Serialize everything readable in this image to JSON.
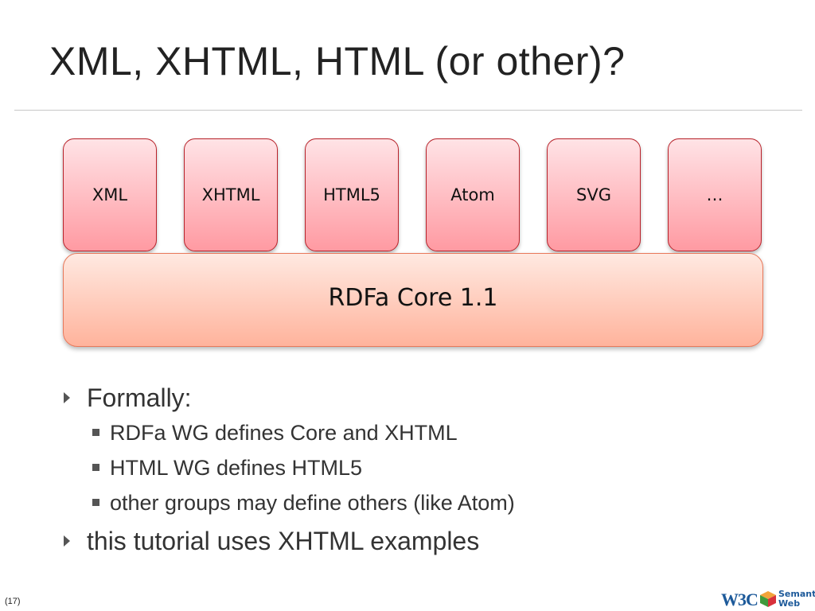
{
  "slide": {
    "title": "XML, XHTML, HTML (or other)?",
    "page_number": "(17)"
  },
  "diagram": {
    "host_languages": [
      "XML",
      "XHTML",
      "HTML5",
      "Atom",
      "SVG",
      "…"
    ],
    "core": "RDFa Core 1.1",
    "colors": {
      "host_box_top": "#ffe3e6",
      "host_box_bottom": "#ff9aa2",
      "host_box_border": "#b8222a",
      "core_box_top": "#ffe9e1",
      "core_box_bottom": "#ffb39c",
      "core_box_border": "#e8785a"
    }
  },
  "bullets": [
    {
      "text": "Formally:",
      "sub": [
        "RDFa WG defines Core and XHTML",
        "HTML WG defines HTML5",
        "other groups may define others (like Atom)"
      ]
    },
    {
      "text": "this tutorial uses XHTML examples",
      "sub": []
    }
  ],
  "logo": {
    "w3c_text": "W3C",
    "label_line1": "Semantic",
    "label_line2": "Web",
    "icon": "semantic-web-cube-icon"
  }
}
